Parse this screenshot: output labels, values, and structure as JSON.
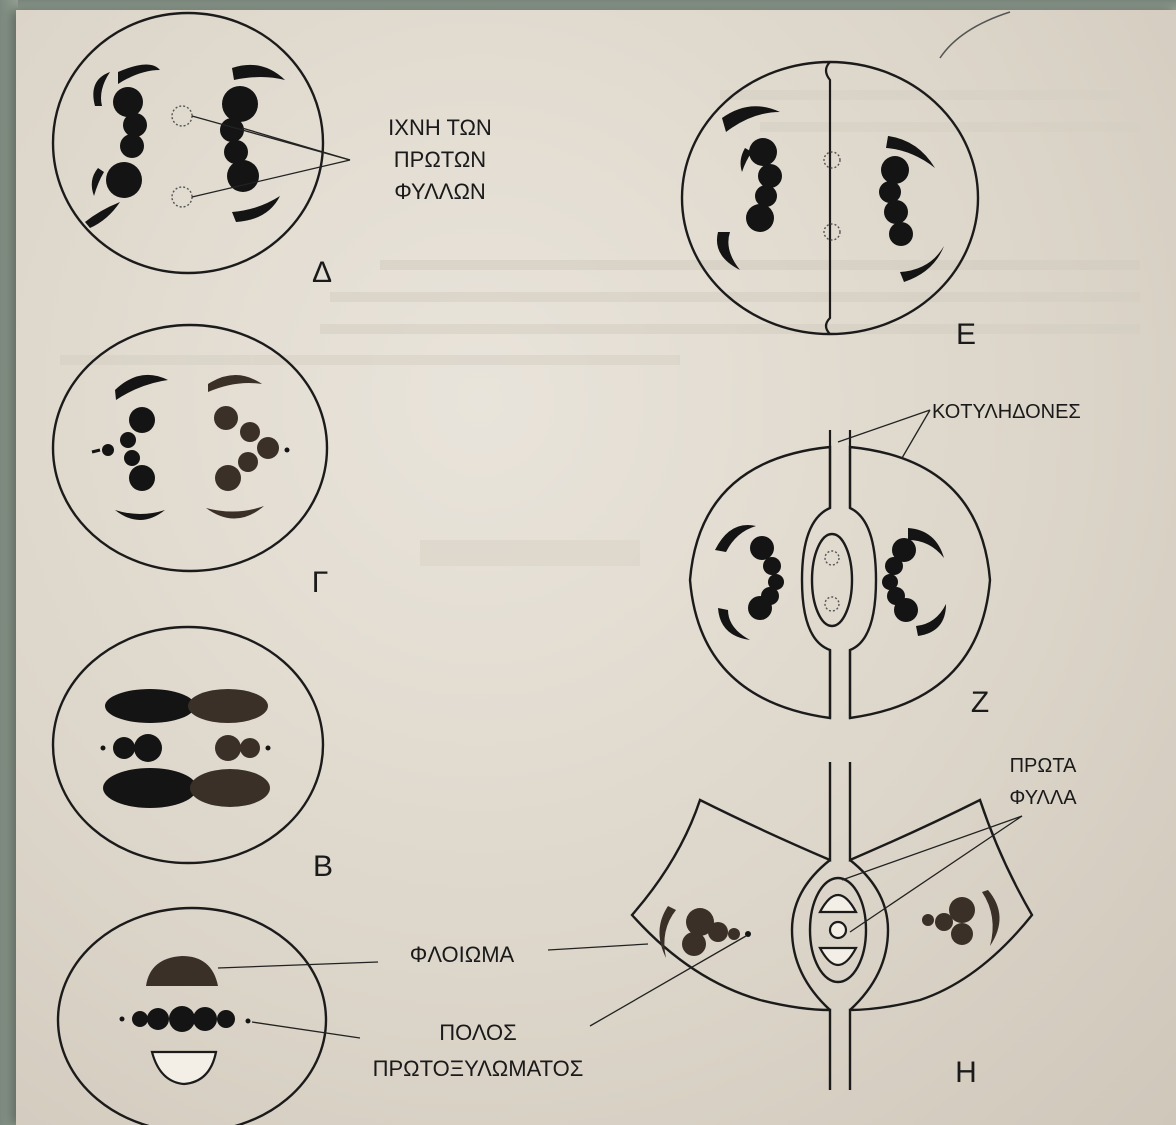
{
  "panels": {
    "delta": {
      "letter": "Δ"
    },
    "epsilon": {
      "letter": "Ε"
    },
    "gamma": {
      "letter": "Γ"
    },
    "zeta": {
      "letter": "Ζ"
    },
    "beta": {
      "letter": "Β"
    },
    "eta": {
      "letter": "Η"
    }
  },
  "labels": {
    "first_leaf_traces": [
      "ΙΧΝΗ ΤΩΝ",
      "ΠΡΩΤΩΝ",
      "ΦΥΛΛΩΝ"
    ],
    "cotyledons": "ΚΟΤΥΛΗΔΟΝΕΣ",
    "first_leaves": [
      "ΠΡΩΤΑ",
      "ΦΥΛΛΑ"
    ],
    "phloem": "ΦΛΟΙΩΜΑ",
    "protoxylem_pole": [
      "ΠΟΛΟΣ",
      "ΠΡΩΤΟΞΥΛΩΜΑΤΟΣ"
    ]
  }
}
